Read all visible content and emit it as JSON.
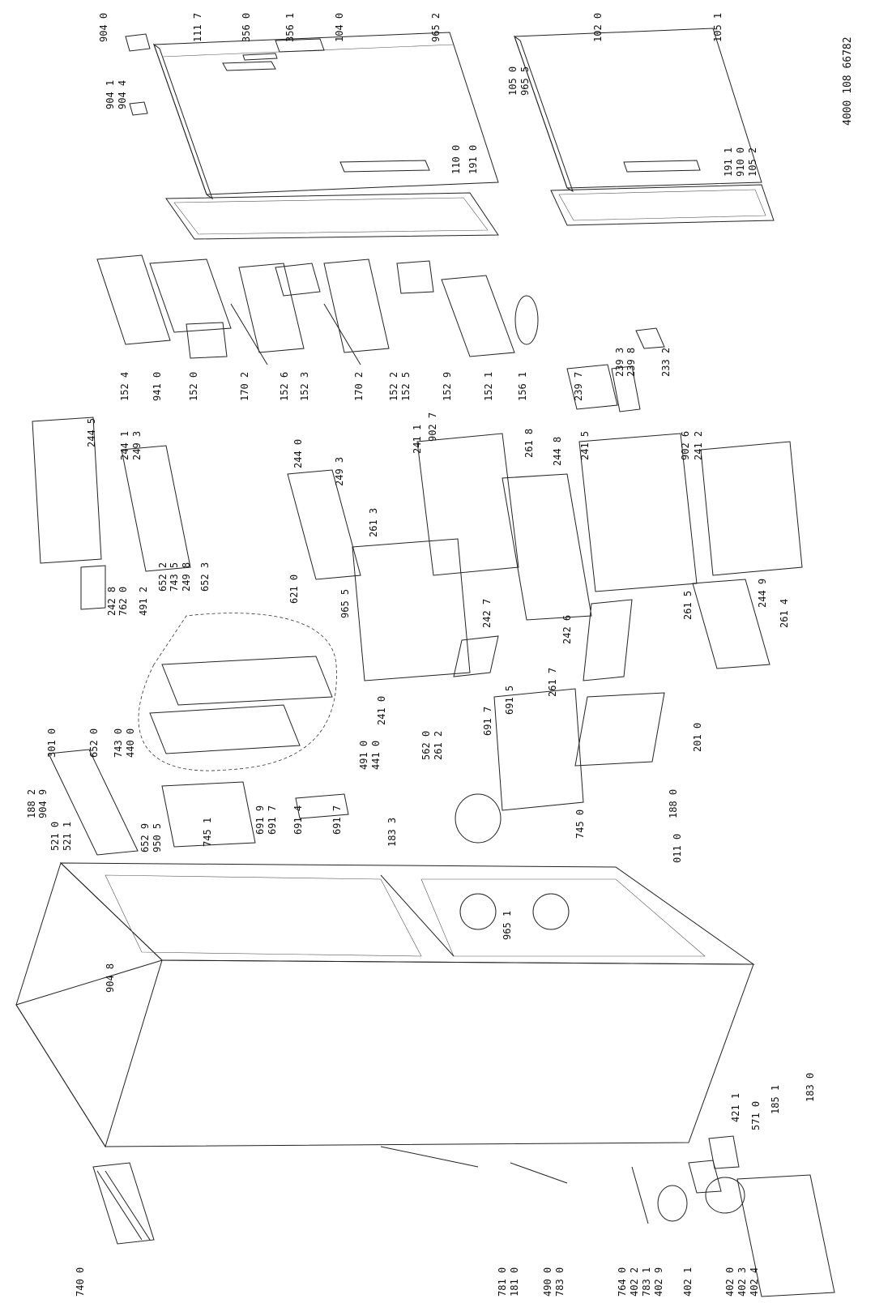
{
  "document_number": "4000 108 66782",
  "part_labels": [
    "904 0",
    "111 7",
    "356 0",
    "356 1",
    "104 0",
    "965 2",
    "102 0",
    "105 1",
    "904 1",
    "904 4",
    "105 0",
    "965 5",
    "110 0",
    "191 0",
    "191 1",
    "910 0",
    "105 2",
    "152 4",
    "941 0",
    "152 0",
    "170 2",
    "152 6",
    "152 3",
    "170 2",
    "152 2",
    "152 5",
    "152 9",
    "152 1",
    "156 1",
    "239 7",
    "239 3",
    "239 8",
    "233 2",
    "244 5",
    "244 1",
    "249 3",
    "244 0",
    "249 3",
    "241 1",
    "902 7",
    "261 8",
    "244 8",
    "241 5",
    "902 6",
    "241 2",
    "261 3",
    "261 5",
    "244 9",
    "261 4",
    "242 8",
    "762 0",
    "491 2",
    "652 2",
    "743 5",
    "249 8",
    "652 3",
    "621 0",
    "965 5",
    "242 7",
    "261 7",
    "242 6",
    "301 0",
    "652 0",
    "743 0",
    "440 0",
    "188 2",
    "904 9",
    "521 0",
    "521 1",
    "652 9",
    "950 5",
    "745 1",
    "691 9",
    "691 7",
    "691 4",
    "691 7",
    "491 0",
    "441 0",
    "562 0",
    "261 2",
    "691 7",
    "691 5",
    "241 0",
    "745 0",
    "201 0",
    "183 3",
    "188 0",
    "011 0",
    "904 8",
    "965 1",
    "421 1",
    "571 0",
    "185 1",
    "183 0",
    "402 1",
    "402 0",
    "402 3",
    "402 4",
    "740 0",
    "781 0",
    "181 0",
    "490 0",
    "783 0",
    "764 0",
    "402 2",
    "783 1",
    "402 9"
  ]
}
